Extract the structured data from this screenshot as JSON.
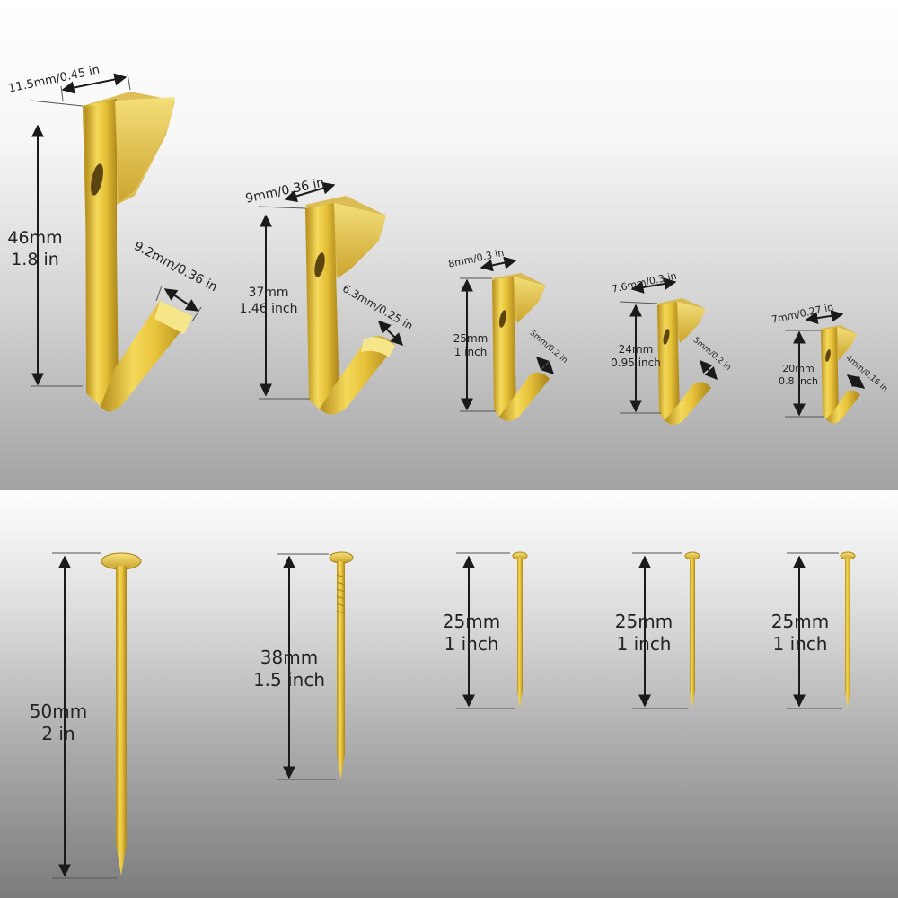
{
  "colors": {
    "brass": "#e7c23a",
    "brass_dark": "#a8821a",
    "brass_light": "#f7e58a",
    "dimension_line": "#1a1a1a"
  },
  "hooks": [
    {
      "width": "11.5mm/0.45 in",
      "height_mm": "46mm",
      "height_in": "1.8 in",
      "lip": "9.2mm/0.36 in"
    },
    {
      "width": "9mm/0.36 in",
      "height_mm": "37mm",
      "height_in": "1.46 inch",
      "lip": "6.3mm/0.25 in"
    },
    {
      "width": "8mm/0.3 in",
      "height_mm": "25mm",
      "height_in": "1 inch",
      "lip": "5mm/0.2 in"
    },
    {
      "width": "7.6mm/0.3 in",
      "height_mm": "24mm",
      "height_in": "0.95 inch",
      "lip": "5mm/0.2 in"
    },
    {
      "width": "7mm/0.27 in",
      "height_mm": "20mm",
      "height_in": "0.8 inch",
      "lip": "4mm/0.16 in"
    }
  ],
  "nails": [
    {
      "length_mm": "50mm",
      "length_in": "2 in"
    },
    {
      "length_mm": "38mm",
      "length_in": "1.5 inch"
    },
    {
      "length_mm": "25mm",
      "length_in": "1 inch"
    },
    {
      "length_mm": "25mm",
      "length_in": "1 inch"
    },
    {
      "length_mm": "25mm",
      "length_in": "1 inch"
    }
  ]
}
